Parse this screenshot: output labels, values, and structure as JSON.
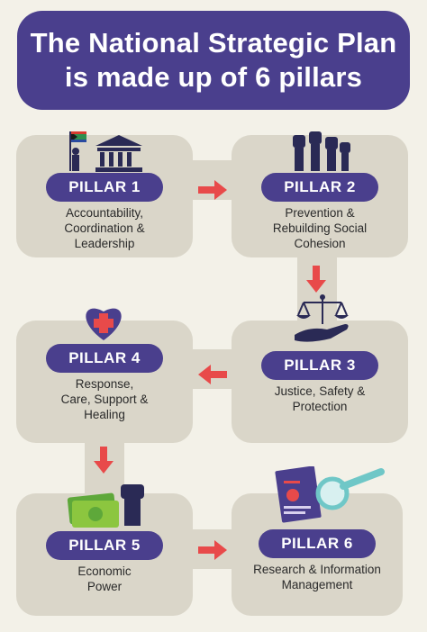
{
  "title": {
    "line1": "The National Strategic Plan",
    "line2": "is made up of 6 pillars"
  },
  "colors": {
    "banner": "#4a3f8d",
    "card": "#dad6c9",
    "arrow": "#e84a4a",
    "background": "#f3f1e8"
  },
  "pillars": [
    {
      "label": "PILLAR 1",
      "lines": [
        "Accountability,",
        "Coordination &",
        "Leadership"
      ],
      "icon": "government-building-flag-icon"
    },
    {
      "label": "PILLAR 2",
      "lines": [
        "Prevention &",
        "Rebuilding Social",
        "Cohesion"
      ],
      "icon": "raised-fists-icon"
    },
    {
      "label": "PILLAR 3",
      "lines": [
        "Justice, Safety &",
        "Protection"
      ],
      "icon": "scales-of-justice-hand-icon"
    },
    {
      "label": "PILLAR 4",
      "lines": [
        "Response,",
        "Care, Support &",
        "Healing"
      ],
      "icon": "heart-cross-icon"
    },
    {
      "label": "PILLAR 5",
      "lines": [
        "Economic",
        "Power"
      ],
      "icon": "money-fist-icon"
    },
    {
      "label": "PILLAR 6",
      "lines": [
        "Research & Information",
        "Management"
      ],
      "icon": "report-magnifier-icon"
    }
  ]
}
